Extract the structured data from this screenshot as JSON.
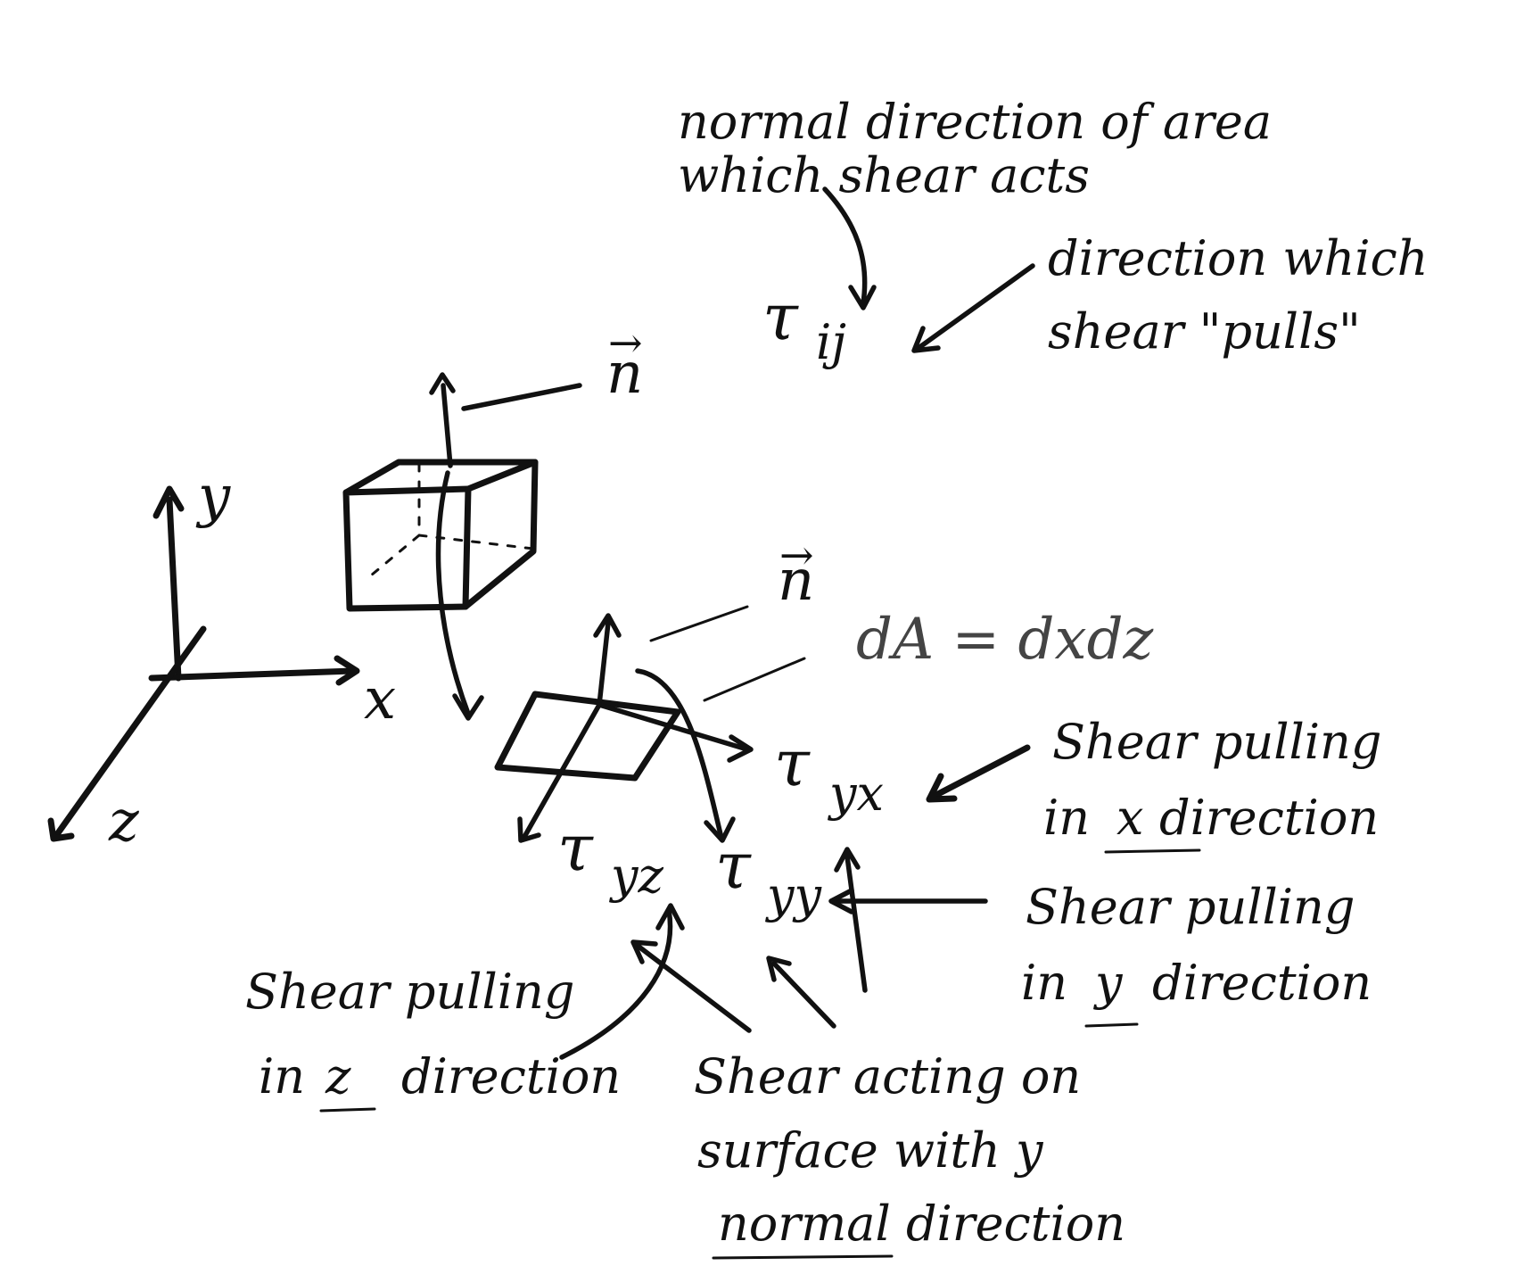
{
  "axes": {
    "x": "x",
    "y": "y",
    "z": "z"
  },
  "vectors": {
    "n_top": "n",
    "n_plane": "n",
    "arrow_mark": "→"
  },
  "area_formula": "dA = dxdz",
  "tau": {
    "symbol": "τ",
    "general_sub": "ij",
    "yx_sub": "yx",
    "yz_sub": "yz",
    "yy_sub": "yy"
  },
  "notes": {
    "normal_line1": "normal direction of area",
    "normal_line2": "which shear acts",
    "pull_line1": "direction which",
    "pull_line2": "shear \"pulls\"",
    "x_line1": "Shear pulling",
    "x_line2_pre": "in",
    "x_line2_axis": "x",
    "x_line2_post": "direction",
    "y_line1": "Shear pulling",
    "y_line2_pre": "in",
    "y_line2_axis": "y",
    "y_line2_post": "direction",
    "z_line1": "Shear pulling",
    "z_line2_pre": "in",
    "z_line2_axis": "z",
    "z_line2_post": "direction",
    "surface_line1": "Shear acting on",
    "surface_line2": "surface with y",
    "surface_line3": "normal direction"
  }
}
